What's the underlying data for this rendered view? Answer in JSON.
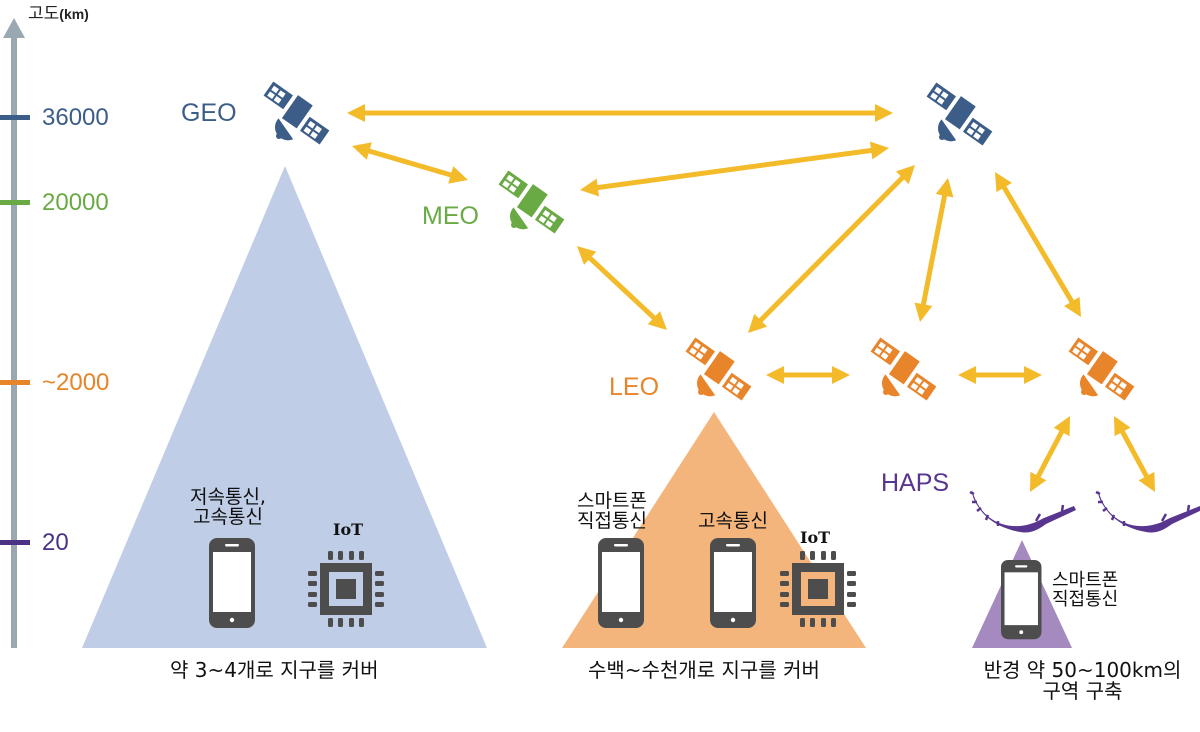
{
  "axis": {
    "title": "고도",
    "unit": "(km)",
    "ticks": [
      {
        "label": "36000",
        "color": "#3c5d87"
      },
      {
        "label": "20000",
        "color": "#6aaa45"
      },
      {
        "label": "~2000",
        "color": "#e8842a"
      },
      {
        "label": "20",
        "color": "#4b3285"
      }
    ],
    "color": "#9aa8b2"
  },
  "orbits": {
    "geo": {
      "label": "GEO",
      "color": "#3c5d87"
    },
    "meo": {
      "label": "MEO",
      "color": "#6aaa45"
    },
    "leo": {
      "label": "LEO",
      "color": "#e8842a"
    },
    "haps": {
      "label": "HAPS",
      "color": "#58358f"
    }
  },
  "links": {
    "color": "#f3bb2a"
  },
  "coverage": {
    "geo": {
      "color": "#bfcde6",
      "device_label_line1": "저속통신,",
      "device_label_line2": "고속통신",
      "iot_label": "IoT",
      "caption": "약 3~4개로 지구를 커버"
    },
    "leo": {
      "color": "#f4b57c",
      "device1_label_line1": "스마트폰",
      "device1_label_line2": "직접통신",
      "device2_label": "고속통신",
      "iot_label": "IoT",
      "caption": "수백~수천개로 지구를 커버"
    },
    "haps": {
      "color": "#a58ac0",
      "device_label_line1": "스마트폰",
      "device_label_line2": "직접통신",
      "caption_line1": "반경 약 50~100km의",
      "caption_line2": "구역 구축"
    }
  },
  "icons": {
    "satellite": "satellite-icon",
    "smartphone": "smartphone-icon",
    "chip": "iot-chip-icon",
    "aircraft": "haps-aircraft-icon"
  },
  "device_color": "#4d4d4d"
}
